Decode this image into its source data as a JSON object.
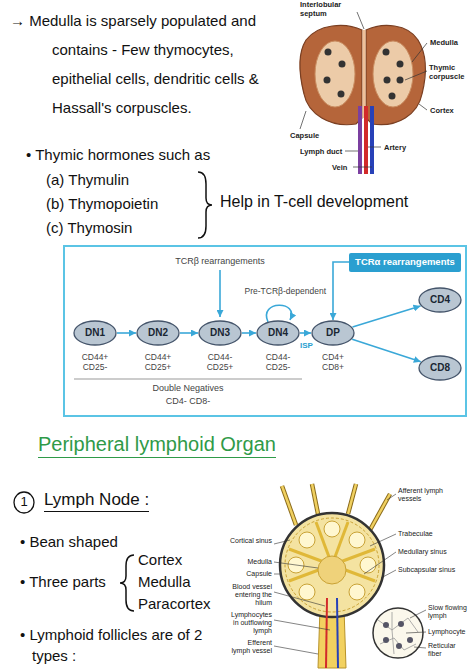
{
  "diagram": {
    "nodes": [
      {
        "text": [
          "TCRα rearrangements"
        ]
      },
      {
        "text": [
          "DN1"
        ]
      },
      {
        "text": [
          "DN2"
        ]
      },
      {
        "text": [
          "DN3"
        ]
      },
      {
        "text": [
          "DN4"
        ]
      },
      {
        "text": [
          "DP"
        ]
      },
      {
        "text": [
          "CD4"
        ]
      },
      {
        "text": [
          "CD8"
        ]
      },
      {
        "text": [
          "1"
        ]
      }
    ],
    "edges": [
      {
        "from": 1,
        "to": 2,
        "arrow": "to"
      },
      {
        "from": 2,
        "to": 3,
        "arrow": "to"
      },
      {
        "from": 3,
        "to": 4,
        "arrow": "to"
      },
      {
        "from": 4,
        "to": 5,
        "arrow": "to"
      },
      {
        "from": 5,
        "to": 6,
        "arrow": "to"
      },
      {
        "from": 5,
        "to": 7,
        "arrow": "to"
      },
      {
        "from": 0,
        "to": 5,
        "arrow": "to"
      }
    ],
    "labels": [
      "→ Medulla is sparsely populated and contains - Few thymocytes, epithelial cells, dendritic cells & Hassall's corpuscles.",
      "Interlobular septum",
      "Medulla",
      "Thymic corpuscle",
      "Capsule",
      "Cortex",
      "Lymph duct",
      "Artery",
      "Vein",
      "• Thymic hormones such as",
      "(a) Thymulin",
      "(b) Thymopoietin",
      "(c) Thymosin",
      "Help in T-cell development",
      "TCRβ rearrangements",
      "Pre-TCRβ-dependent",
      "ISP",
      "CD44+ CD25-",
      "CD44+ CD25+",
      "CD44- CD25+",
      "CD44- CD25-",
      "CD4+ CD8+",
      "Double Negatives",
      "CD4- CD8-",
      "Peripheral lymphoid Organ",
      "Lymph Node :",
      "• Bean shaped",
      "• Three parts",
      "Cortex",
      "Medulla",
      "Paracortex",
      "• Lymphoid follicles are of 2 types :",
      "Afferent lymph vessels",
      "Trabeculae",
      "Medullary sinus",
      "Subcapsular sinus",
      "Cortical sinus",
      "Medulla",
      "Capsule",
      "Blood vessel entering the hilum",
      "Lymphocytes in outflowing lymph",
      "Efferent lymph vessel",
      "Slow flowing lymph",
      "Lymphocyte",
      "Reticular fiber"
    ]
  }
}
